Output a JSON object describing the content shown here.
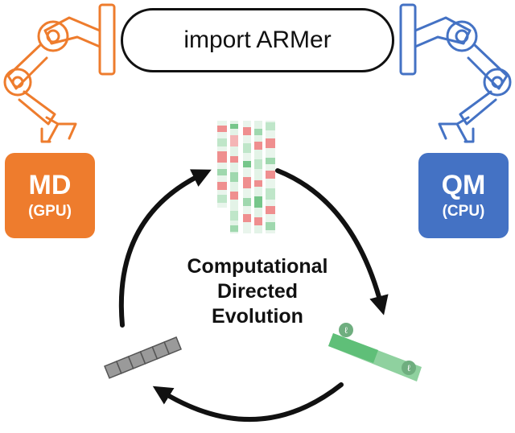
{
  "title_pill": {
    "text": "import ARMer"
  },
  "md_badge": {
    "label": "MD",
    "sublabel": "(GPU)",
    "color": "#ee7c2d"
  },
  "qm_badge": {
    "label": "QM",
    "sublabel": "(CPU)",
    "color": "#4472c4"
  },
  "cycle_label": {
    "line1": "Computational",
    "line2": "Directed",
    "line3": "Evolution"
  },
  "colors": {
    "orange_arm": "#ee7c2d",
    "blue_arm": "#4472c4",
    "arrow": "#111111",
    "green": "#76c68a",
    "red": "#ef8f8f",
    "gray_cells": "#9a9a9a"
  }
}
